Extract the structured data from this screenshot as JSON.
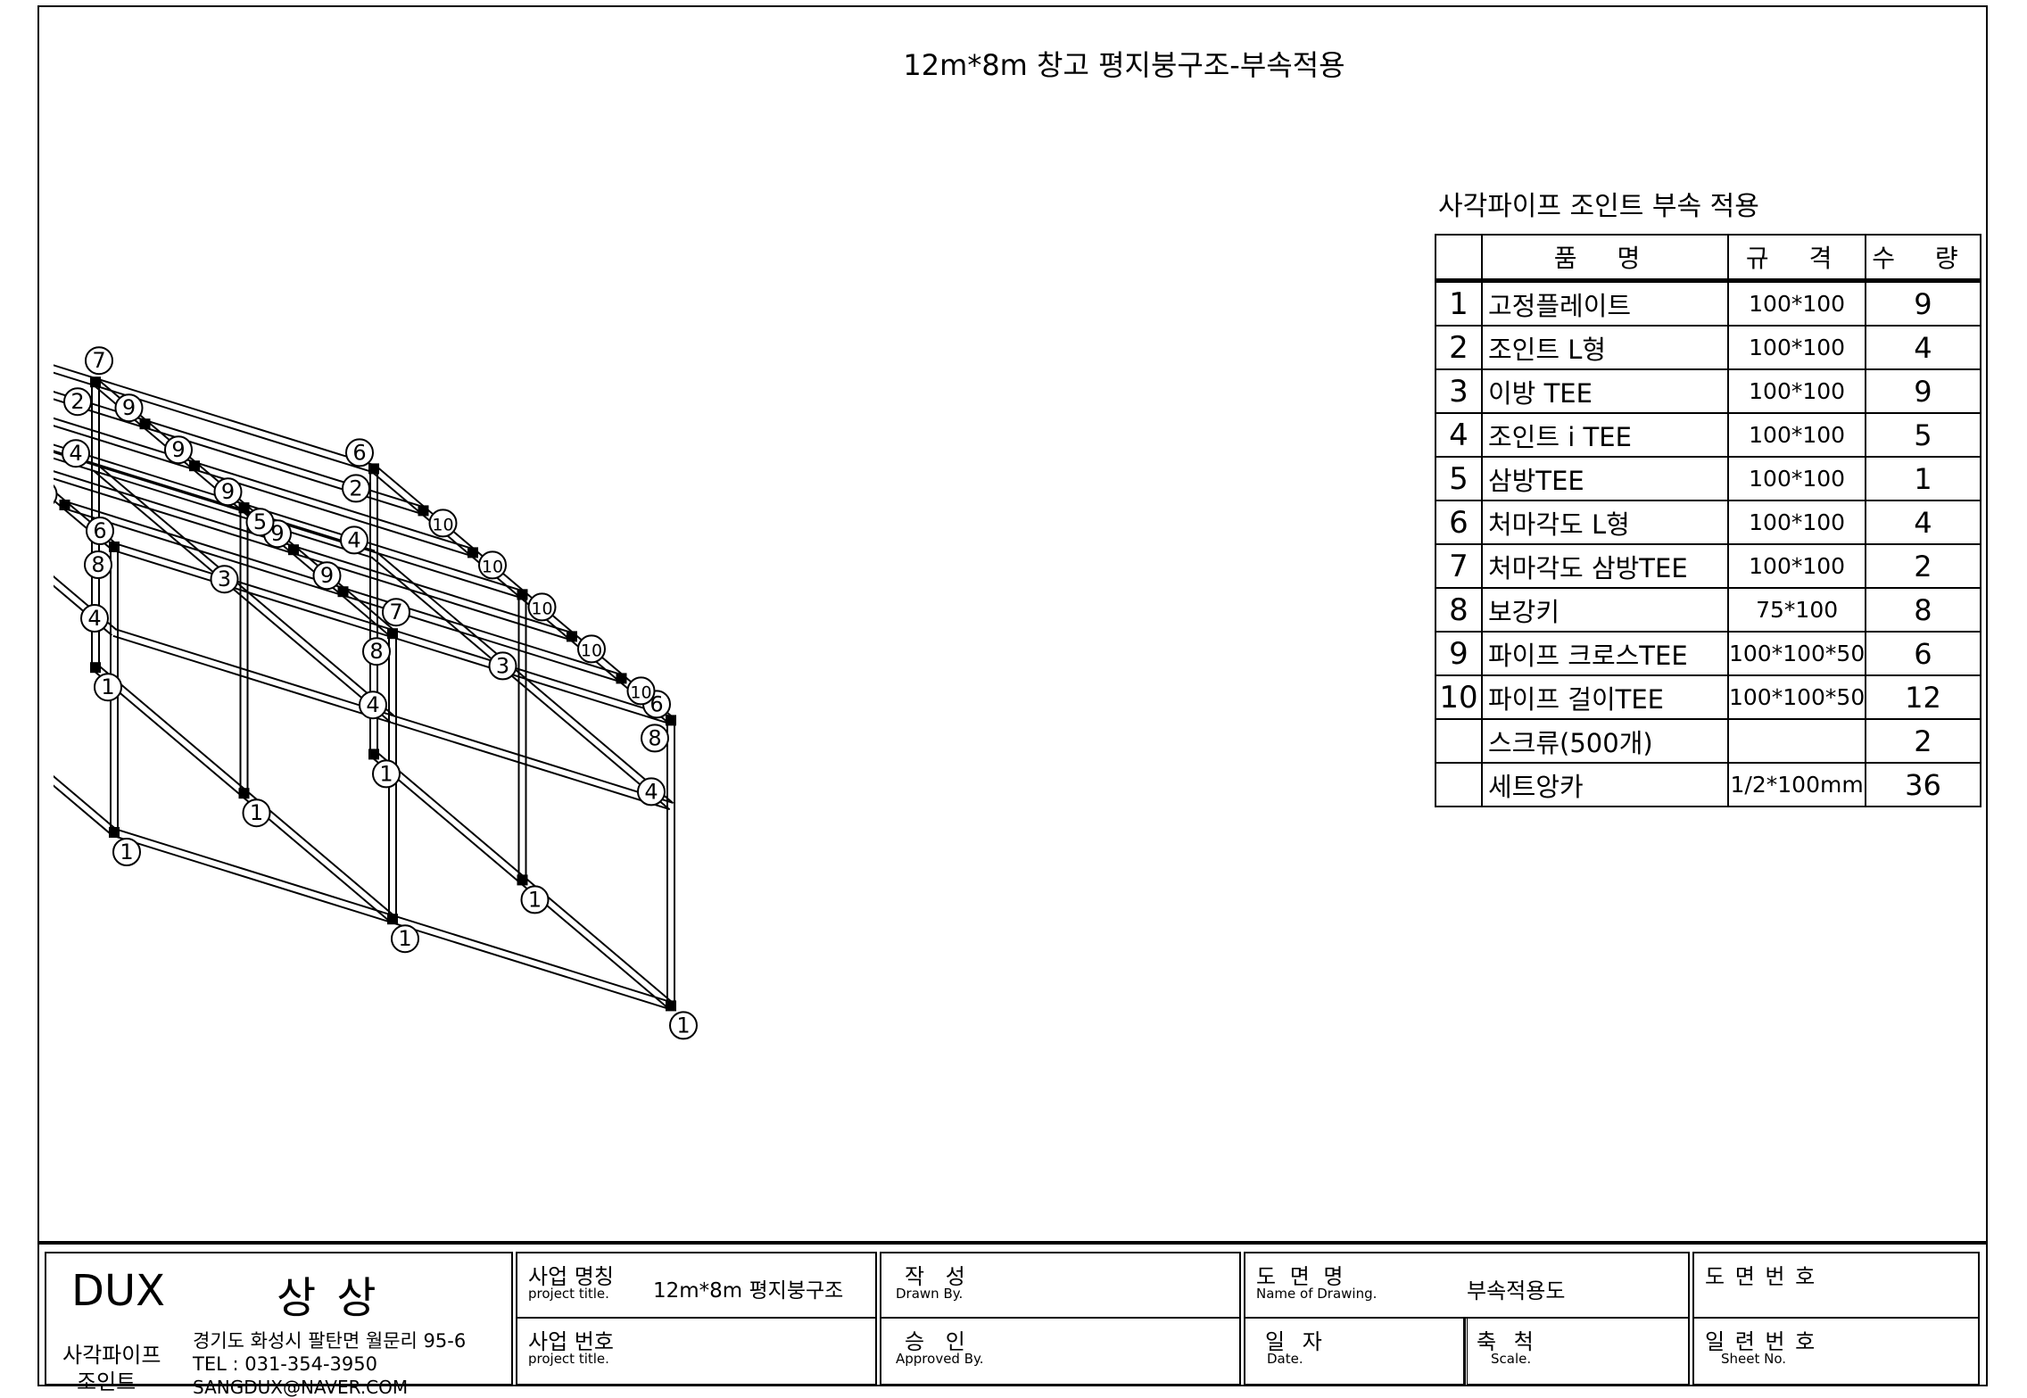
{
  "drawing_title": "12m*8m 창고 평지붕구조-부속적용",
  "parts_table": {
    "caption": "사각파이프 조인트 부속 적용",
    "headers": {
      "name": "품 명",
      "spec": "규 격",
      "qty": "수 량"
    },
    "rows": [
      {
        "no": "1",
        "name": "고정플레이트",
        "spec": "100*100",
        "qty": "9"
      },
      {
        "no": "2",
        "name": "조인트 L형",
        "spec": "100*100",
        "qty": "4"
      },
      {
        "no": "3",
        "name": "이방 TEE",
        "spec": "100*100",
        "qty": "9"
      },
      {
        "no": "4",
        "name": "조인트 i TEE",
        "spec": "100*100",
        "qty": "5"
      },
      {
        "no": "5",
        "name": "삼방TEE",
        "spec": "100*100",
        "qty": "1"
      },
      {
        "no": "6",
        "name": "처마각도 L형",
        "spec": "100*100",
        "qty": "4"
      },
      {
        "no": "7",
        "name": "처마각도 삼방TEE",
        "spec": "100*100",
        "qty": "2"
      },
      {
        "no": "8",
        "name": "보강키",
        "spec": "75*100",
        "qty": "8"
      },
      {
        "no": "9",
        "name": "파이프 크로스TEE",
        "spec": "100*100*50",
        "qty": "6"
      },
      {
        "no": "10",
        "name": "파이프 걸이TEE",
        "spec": "100*100*50",
        "qty": "12"
      },
      {
        "no": "",
        "name": "스크류(500개)",
        "spec": "",
        "qty": "2"
      },
      {
        "no": "",
        "name": "세트앙카",
        "spec": "1/2*100mm",
        "qty": "36"
      }
    ]
  },
  "title_block": {
    "brand": "DUX",
    "company": "상 상",
    "product_line_1": "사각파이프",
    "product_line_2": "조인트",
    "address": "경기도 화성시 팔탄면 월문리 95-6",
    "tel": "TEL : 031-354-3950",
    "email": "SANGDUX@NAVER.COM",
    "project_name_label": "사업 명칭",
    "project_name_sub": "project title.",
    "project_name_value": "12m*8m 평지붕구조",
    "project_no_label": "사업 번호",
    "project_no_sub": "project title.",
    "drawn_label": "작 성",
    "drawn_sub": "Drawn By.",
    "approved_label": "승 인",
    "approved_sub": "Approved By.",
    "drawing_name_label": "도 면 명",
    "drawing_name_sub": "Name of Drawing.",
    "drawing_name_value": "부속적용도",
    "date_label": "일 자",
    "date_sub": "Date.",
    "scale_label": "축 척",
    "scale_sub": "Scale.",
    "drawing_no_label": "도 면 번 호",
    "sheet_no_label": "일 련 번 호",
    "sheet_no_sub": "Sheet No."
  },
  "diagram": {
    "callouts": {
      "one": "1",
      "two": "2",
      "three": "3",
      "four": "4",
      "five": "5",
      "six": "6",
      "seven": "7",
      "eight": "8",
      "nine": "9",
      "ten": "10"
    }
  }
}
